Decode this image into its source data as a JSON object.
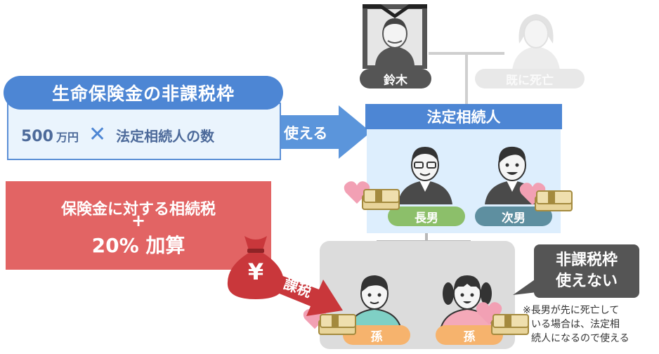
{
  "allowance": {
    "title": "生命保険金の非課税枠",
    "amount": "500",
    "unit": "万円",
    "times": "✕",
    "heirs": "法定相続人の数",
    "arrow_label": "使える"
  },
  "surcharge": {
    "line1": "保険金に対する相続税",
    "plus": "+",
    "line3": "20% 加算"
  },
  "family": {
    "deceased": "鈴木",
    "spouse": "既に死亡",
    "legal_heirs": "法定相続人",
    "eldest_son": "長男",
    "second_son": "次男",
    "grandchild_1": "孫",
    "grandchild_2": "孫"
  },
  "taxation": {
    "bag_symbol": "¥",
    "arrow_label": "課税"
  },
  "bubble": {
    "line1": "非課税枠",
    "line2": "使えない"
  },
  "note": {
    "line1": "※長男が先に死亡して",
    "line2": "いる場合は、法定相",
    "line3": "続人になるので使える"
  },
  "colors": {
    "blue": "#4d86d4",
    "red": "#e26464",
    "green": "#8cbf6a",
    "teal": "#5e8fa0",
    "orange": "#f6b36d",
    "dark": "#555555"
  }
}
